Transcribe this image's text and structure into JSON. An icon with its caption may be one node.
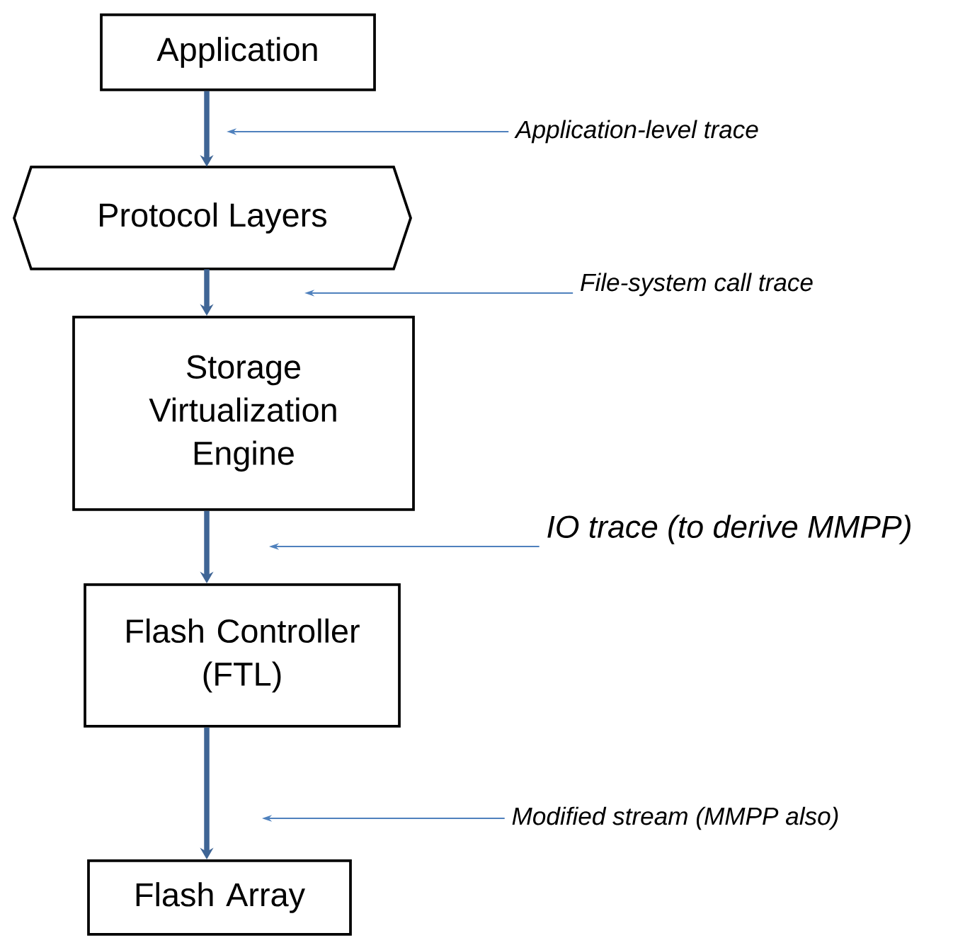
{
  "diagram": {
    "nodes": [
      {
        "text": [
          "Application"
        ]
      },
      {
        "text": [
          "Protocol Layers"
        ]
      },
      {
        "text": [
          "Storage Virtualization Engine"
        ]
      },
      {
        "text": [
          "Flash Controller (FTL)"
        ]
      },
      {
        "text": [
          "Flash Array"
        ]
      },
      {
        "text": [
          "Application-level trace"
        ]
      },
      {
        "text": [
          "File-system call trace"
        ]
      },
      {
        "text": [
          "IO trace (to derive MMPP)"
        ]
      },
      {
        "text": [
          "Modified stream (MMPP also)"
        ]
      }
    ],
    "edges": [
      {
        "from": 0,
        "to": 1,
        "arrow": "to",
        "style": "thick",
        "color": "#3f6595"
      },
      {
        "from": 1,
        "to": 2,
        "arrow": "to",
        "style": "thick",
        "color": "#3f6595"
      },
      {
        "from": 2,
        "to": 3,
        "arrow": "to",
        "style": "thick",
        "color": "#3f6595"
      },
      {
        "from": 3,
        "to": 4,
        "arrow": "to",
        "style": "thick",
        "color": "#3f6595"
      },
      {
        "from": 5,
        "to": null,
        "arrow": "to"
      },
      {
        "from": 6,
        "to": null,
        "arrow": "to"
      },
      {
        "from": 7,
        "to": null,
        "arrow": "to"
      },
      {
        "from": 8,
        "to": null,
        "arrow": "to"
      }
    ]
  }
}
